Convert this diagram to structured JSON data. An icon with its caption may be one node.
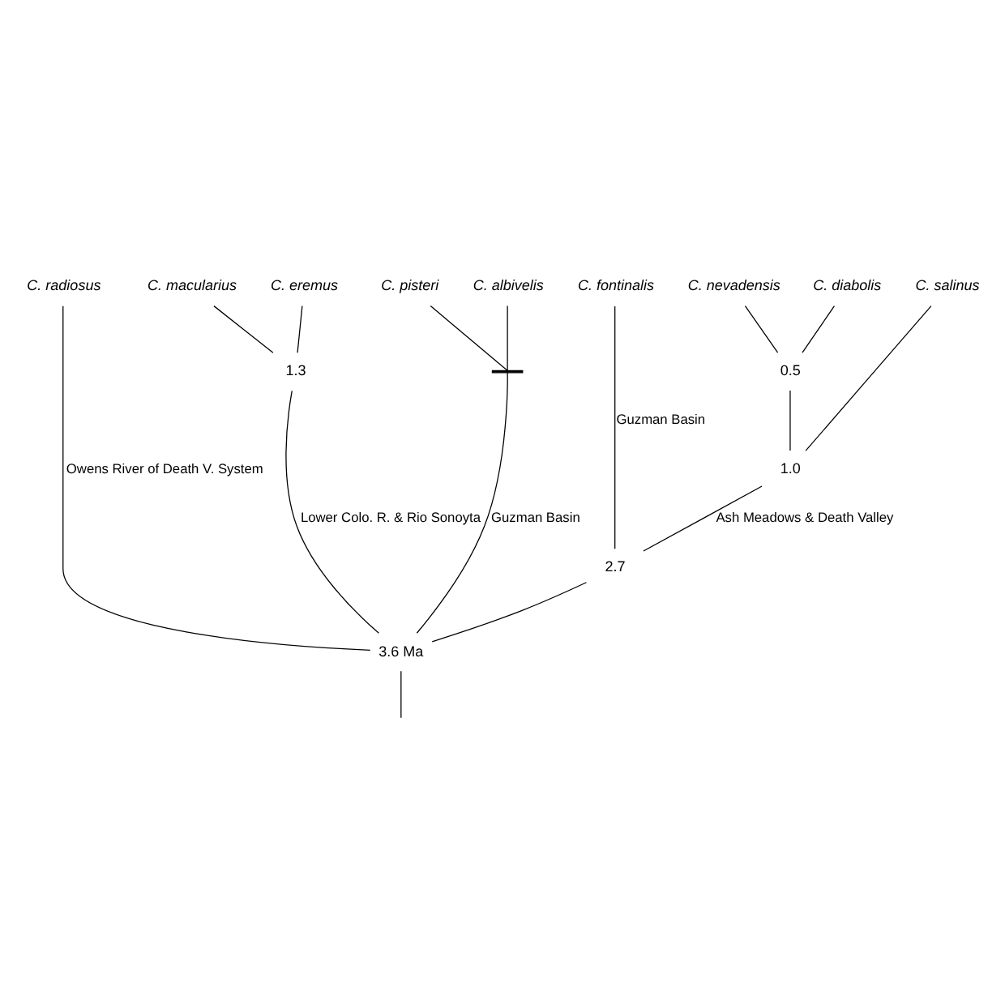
{
  "diagram": {
    "nodes": [
      {
        "text": [
          "C. radiosus"
        ]
      },
      {
        "text": [
          "C. macularius"
        ]
      },
      {
        "text": [
          "C. eremus"
        ]
      },
      {
        "text": [
          "C. pisteri"
        ]
      },
      {
        "text": [
          "C. albivelis"
        ]
      },
      {
        "text": [
          "C. fontinalis"
        ]
      },
      {
        "text": [
          "C. nevadensis"
        ]
      },
      {
        "text": [
          "C. diabolis"
        ]
      },
      {
        "text": [
          "C. salinus"
        ]
      },
      {
        "text": [
          "0.5"
        ]
      },
      {
        "text": [],
        "shape": "bar"
      },
      {
        "text": [
          "1.3"
        ]
      },
      {
        "text": [
          "1.0"
        ]
      },
      {
        "text": [
          "2.7"
        ]
      },
      {
        "text": [
          "3.6 Ma"
        ]
      }
    ],
    "edges": [
      {
        "from": 14,
        "to": 0,
        "arrow": "none",
        "label": "Owens River of Death V. System"
      },
      {
        "from": 14,
        "to": 11,
        "arrow": "none",
        "label": "Lower Colo. R. & Rio Sonoyta"
      },
      {
        "from": 14,
        "to": 10,
        "arrow": "none",
        "label": "Guzman Basin"
      },
      {
        "from": 14,
        "to": 13,
        "arrow": "none"
      },
      {
        "from": 11,
        "to": 1,
        "arrow": "none"
      },
      {
        "from": 11,
        "to": 2,
        "arrow": "none"
      },
      {
        "from": 10,
        "to": 3,
        "arrow": "none"
      },
      {
        "from": 10,
        "to": 4,
        "arrow": "none"
      },
      {
        "from": 13,
        "to": 5,
        "arrow": "none",
        "label": "Guzman Basin"
      },
      {
        "from": 13,
        "to": 12,
        "arrow": "none",
        "label": "Ash Meadows & Death Valley"
      },
      {
        "from": 12,
        "to": 9,
        "arrow": "none"
      },
      {
        "from": 12,
        "to": 8,
        "arrow": "none"
      },
      {
        "from": 9,
        "to": 6,
        "arrow": "none"
      },
      {
        "from": 9,
        "to": 7,
        "arrow": "none"
      },
      {
        "from": null,
        "to": 14,
        "arrow": "none"
      }
    ]
  }
}
